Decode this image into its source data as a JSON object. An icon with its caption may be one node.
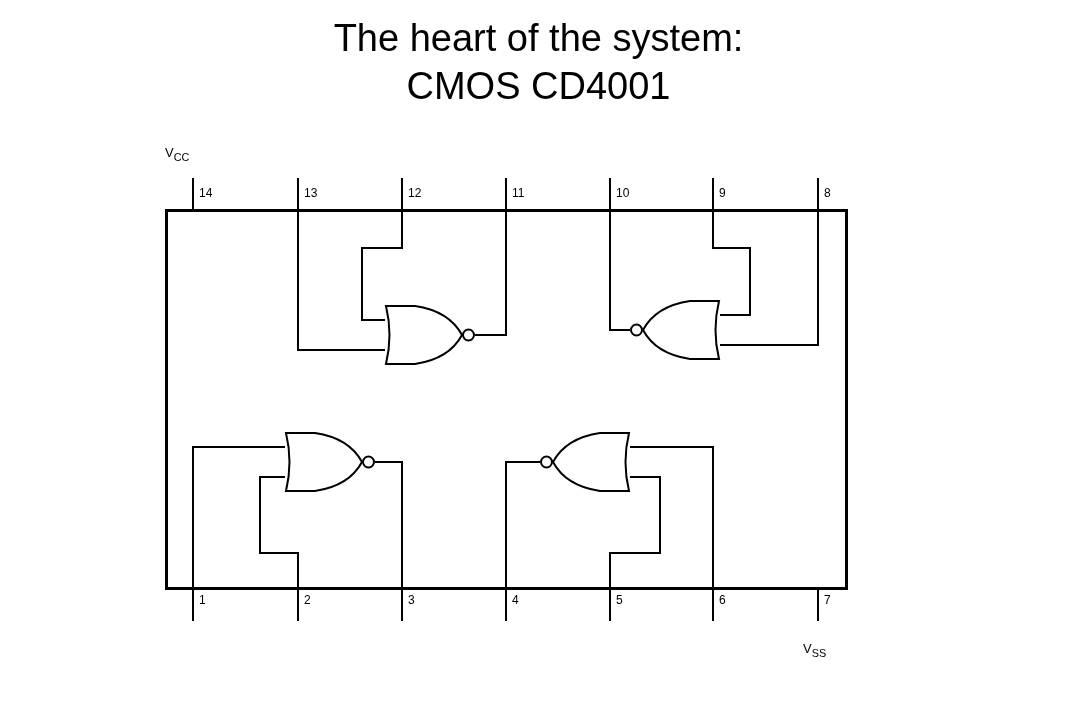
{
  "diagram": {
    "title": "The heart of the system: CMOS CD4001",
    "nodes": [
      {
        "text": [],
        "shape": "box"
      },
      {
        "text": [
          "14"
        ]
      },
      {
        "text": [
          "13"
        ]
      },
      {
        "text": [
          "12"
        ]
      },
      {
        "text": [
          "11"
        ]
      },
      {
        "text": [
          "10"
        ]
      },
      {
        "text": [
          "9"
        ]
      },
      {
        "text": [
          "8"
        ]
      },
      {
        "text": [],
        "shape": "gate",
        "in": 0
      },
      {
        "text": [],
        "shape": "gate",
        "in": 0
      },
      {
        "text": [],
        "shape": "gate",
        "in": 0
      },
      {
        "text": [],
        "shape": "gate",
        "in": 0
      },
      {
        "text": [
          "1"
        ]
      },
      {
        "text": [
          "2"
        ]
      },
      {
        "text": [
          "3"
        ]
      },
      {
        "text": [
          "4"
        ]
      },
      {
        "text": [
          "5"
        ]
      },
      {
        "text": [
          "6"
        ]
      },
      {
        "text": [
          "7"
        ]
      }
    ],
    "edges": [
      {
        "from": 2,
        "to": 8,
        "arrow": "none"
      },
      {
        "from": 3,
        "to": 8,
        "arrow": "none"
      },
      {
        "from": 8,
        "to": 4,
        "arrow": "none"
      },
      {
        "from": 9,
        "to": 5,
        "arrow": "none"
      },
      {
        "from": 6,
        "to": 9,
        "arrow": "none"
      },
      {
        "from": 7,
        "to": 9,
        "arrow": "none"
      },
      {
        "from": 12,
        "to": 10,
        "arrow": "none"
      },
      {
        "from": 13,
        "to": 10,
        "arrow": "none"
      },
      {
        "from": 10,
        "to": 14,
        "arrow": "none"
      },
      {
        "from": 11,
        "to": 15,
        "arrow": "none"
      },
      {
        "from": 16,
        "to": 11,
        "arrow": "none"
      },
      {
        "from": 17,
        "to": 11,
        "arrow": "none"
      }
    ],
    "labels": [
      "V$_{CC}$",
      "V$_{SS}$"
    ]
  }
}
